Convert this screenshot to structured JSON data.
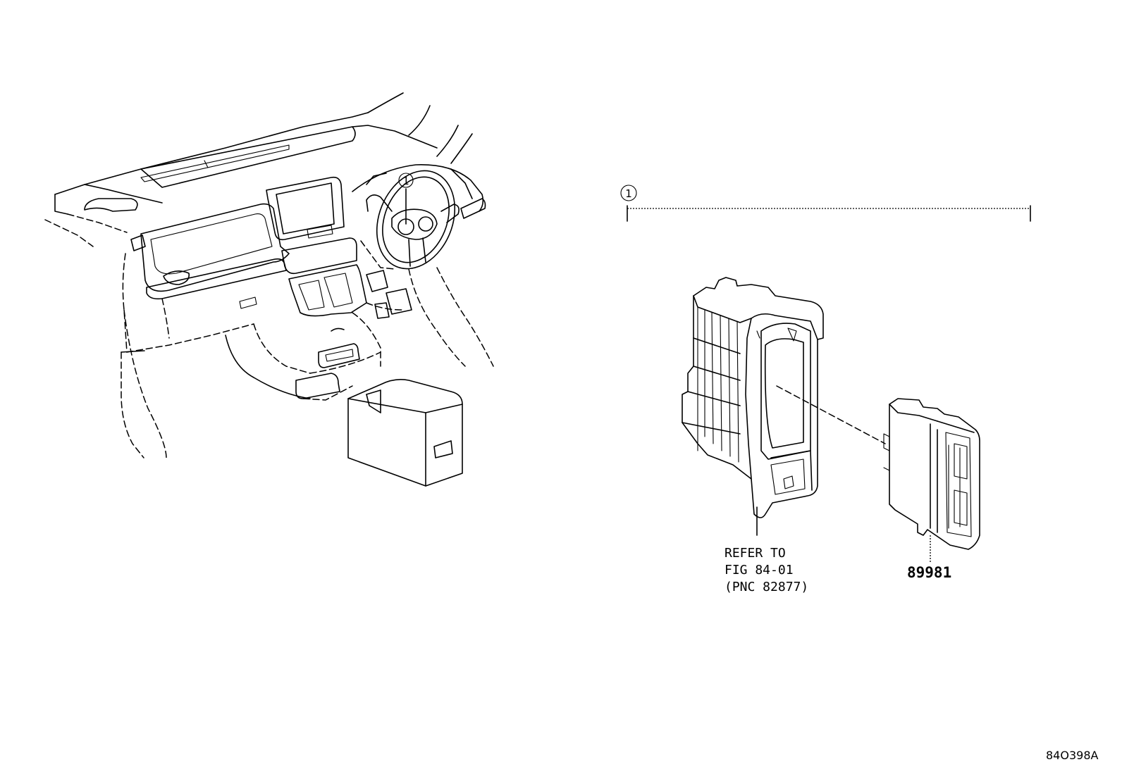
{
  "callout_number": "1",
  "parts": {
    "bracket_ref_line1": "REFER TO",
    "bracket_ref_line2": "FIG 84-01",
    "bracket_ref_line3": "(PNC 82877)",
    "module_part_number": "89981"
  },
  "illustration_code": "84O398A"
}
